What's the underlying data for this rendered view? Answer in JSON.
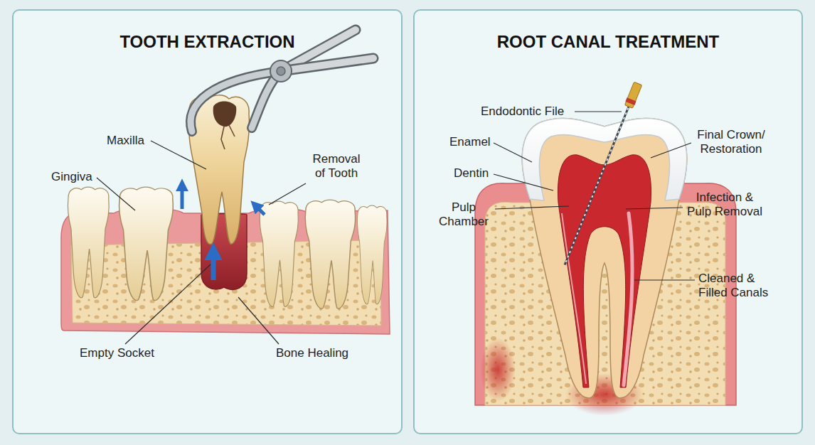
{
  "diagram": {
    "nodes": [
      {
        "text": [
          "TOOTH EXTRACTION"
        ]
      },
      {
        "text": [
          "ROOT CANAL TREATMENT"
        ]
      }
    ],
    "labels": [
      "Maxilla",
      "Gingiva",
      "Removal of Tooth",
      "Empty Socket",
      "Bone Healing",
      "Endodontic File",
      "Enamel",
      "Dentin",
      "Pulp Chamber",
      "Final Crown/ Restoration",
      "Infection & Pulp Removal",
      "Cleaned & Filled Canals"
    ]
  }
}
